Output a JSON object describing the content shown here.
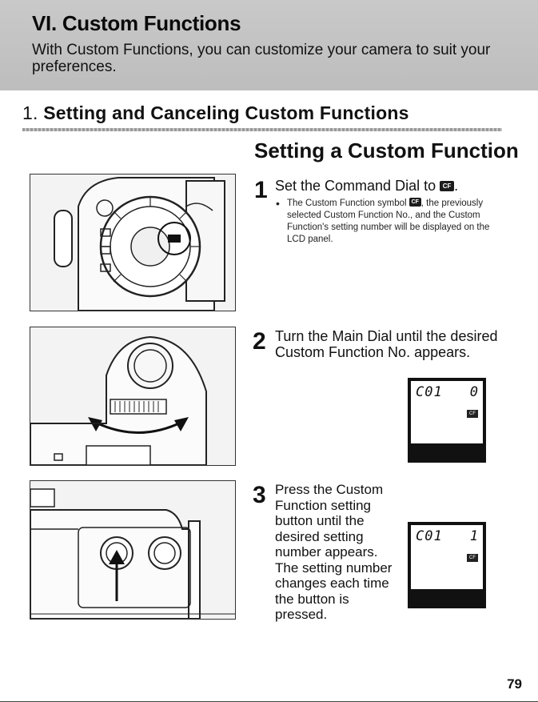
{
  "header": {
    "title": "VI. Custom Functions",
    "subtitle": "With Custom Functions, you can customize your camera to suit your preferences."
  },
  "section": {
    "number": "1.",
    "title": "Setting and Canceling Custom Functions"
  },
  "subsection": {
    "title": "Setting a Custom Function"
  },
  "steps": [
    {
      "number": "1",
      "text": "Set the Command Dial to",
      "text_end": ".",
      "bullet": "The Custom Function symbol",
      "bullet_rest": ", the previously selected Custom Function No., and the Custom Function's setting number will be displayed on the LCD panel."
    },
    {
      "number": "2",
      "text": "Turn the Main Dial until the desired Custom Function No. appears."
    },
    {
      "number": "3",
      "text": "Press the Custom Function setting button until the desired setting number appears. The setting number changes each time the button is pressed."
    }
  ],
  "icons": {
    "cf_symbol": "CF"
  },
  "lcd_displays": [
    {
      "function_no": "C01",
      "setting": "0",
      "symbol": "CF"
    },
    {
      "function_no": "C01",
      "setting": "1",
      "symbol": "CF"
    }
  ],
  "page_number": "79"
}
